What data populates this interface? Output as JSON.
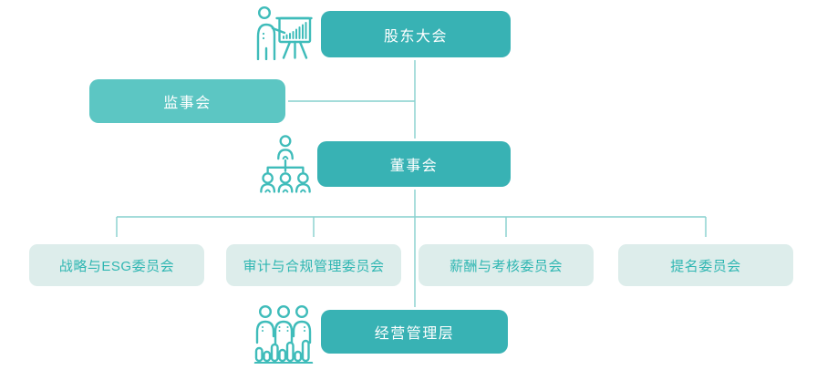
{
  "colors": {
    "primary_box": "#38b2b4",
    "secondary_box": "#5cc6c3",
    "committee_box_bg": "#ddedeb",
    "committee_text": "#2fb6b2",
    "connector": "#86d0ce",
    "icon_stroke": "#3fbcba",
    "primary_text": "#ffffff"
  },
  "nodes": {
    "shareholders": {
      "label": "股东大会",
      "icon": "presenter-whiteboard-icon"
    },
    "supervisory": {
      "label": "监事会"
    },
    "board": {
      "label": "董事会",
      "icon": "org-hierarchy-icon"
    },
    "committees": [
      {
        "label": "战略与ESG委员会"
      },
      {
        "label": "审计与合规管理委员会"
      },
      {
        "label": "薪酬与考核委员会"
      },
      {
        "label": "提名委员会"
      }
    ],
    "management": {
      "label": "经营管理层",
      "icon": "team-bar-chart-icon"
    }
  },
  "structure": {
    "edges": [
      {
        "from": "股东大会",
        "to": "董事会"
      },
      {
        "from": "监事会",
        "to": "股东大会与董事会连线"
      },
      {
        "from": "董事会",
        "to": "战略与ESG委员会"
      },
      {
        "from": "董事会",
        "to": "审计与合规管理委员会"
      },
      {
        "from": "董事会",
        "to": "薪酬与考核委员会"
      },
      {
        "from": "董事会",
        "to": "提名委员会"
      },
      {
        "from": "董事会",
        "to": "经营管理层"
      }
    ]
  }
}
